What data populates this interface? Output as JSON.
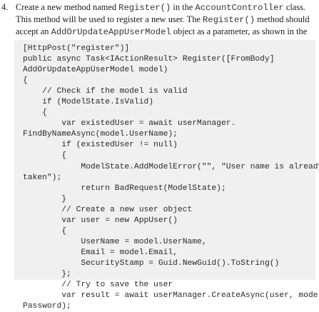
{
  "step": {
    "number": "4.",
    "segments": [
      {
        "text": "Create a new method named ",
        "mono": false
      },
      {
        "text": "Register()",
        "mono": true
      },
      {
        "text": " in the ",
        "mono": false
      },
      {
        "text": "AccountController",
        "mono": true
      },
      {
        "text": " class. This method will be used to register a new user. The ",
        "mono": false
      },
      {
        "text": "Register()",
        "mono": true
      },
      {
        "text": " method should accept an ",
        "mono": false
      },
      {
        "text": "AddOrUpdateAppUserModel",
        "mono": true
      },
      {
        "text": " object as a parameter, as shown in the following code:",
        "mono": false
      }
    ]
  },
  "code": {
    "lines": [
      "[HttpPost(\"register\")]",
      "public async Task<IActionResult> Register([FromBody]",
      "AddOrUpdateAppUserModel model)",
      "{",
      "    // Check if the model is valid",
      "    if (ModelState.IsValid)",
      "    {",
      "        var existedUser = await userManager.",
      "FindByNameAsync(model.UserName);",
      "        if (existedUser != null)",
      "        {",
      "            ModelState.AddModelError(\"\", \"User name is already",
      "taken\");",
      "            return BadRequest(ModelState);",
      "        }",
      "        // Create a new user object",
      "        var user = new AppUser()",
      "        {",
      "            UserName = model.UserName,",
      "            Email = model.Email,",
      "            SecurityStamp = Guid.NewGuid().ToString()",
      "        };",
      "        // Try to save the user",
      "        var result = await userManager.CreateAsync(user, model.",
      "Password);"
    ]
  }
}
